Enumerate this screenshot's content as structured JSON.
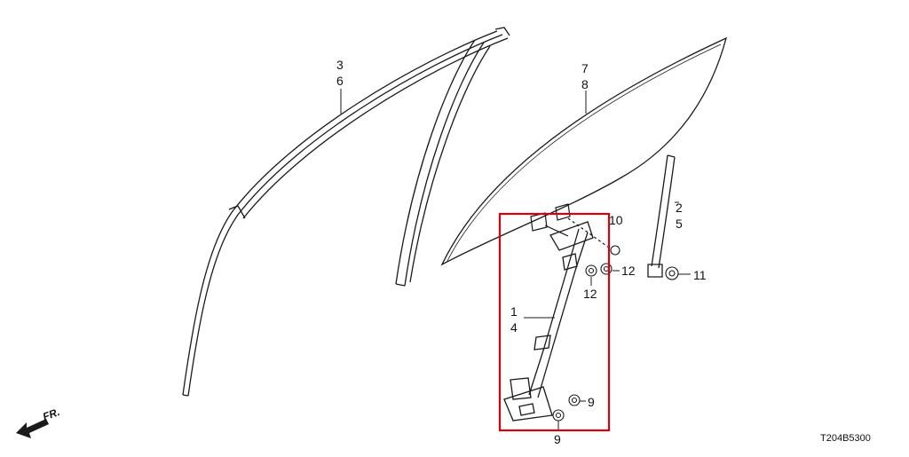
{
  "diagram": {
    "callouts": {
      "c3": "3",
      "c6": "6",
      "c7": "7",
      "c8": "8",
      "c2": "2",
      "c5": "5",
      "c10": "10",
      "c11": "11",
      "c12_right": "12",
      "c12_below": "12",
      "c1": "1",
      "c4": "4",
      "c9_right": "9",
      "c9_below": "9"
    },
    "front_label": "FR.",
    "diagram_code": "T204B5300",
    "highlight_color": "#d9000d",
    "line_color": "#1a1a1a"
  }
}
